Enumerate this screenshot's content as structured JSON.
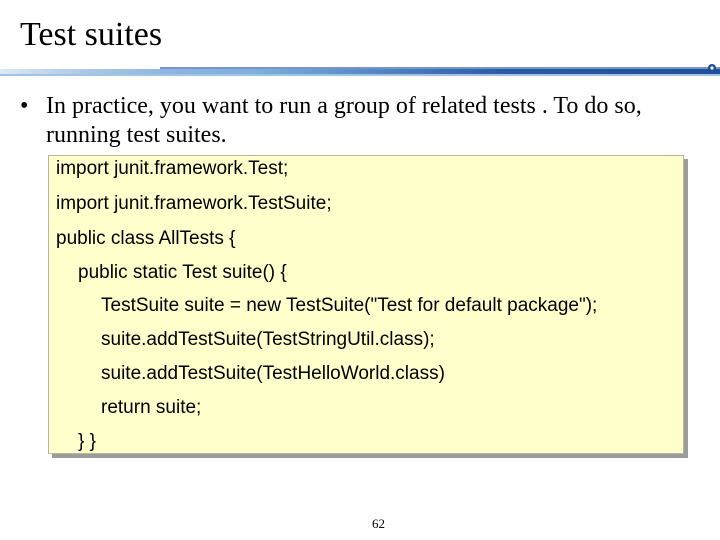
{
  "slide": {
    "title": "Test suites",
    "bullet_symbol": "•",
    "bullet_text": "In practice, you want to run a group of related tests . To do so, running test suites.",
    "code_lines": [
      "import junit.framework.Test;",
      "import junit.framework.TestSuite;",
      "public class AllTests {",
      "public static Test suite() {",
      "TestSuite suite = new TestSuite(\"Test for default package\");",
      "suite.addTestSuite(TestStringUtil.class);",
      "suite.addTestSuite(TestHelloWorld.class)",
      "return suite;",
      "} }"
    ],
    "page_number": "62"
  },
  "colors": {
    "band_dark": "#1f4e9a",
    "band_light": "#9ec4e8",
    "code_background": "#ffffcc"
  }
}
